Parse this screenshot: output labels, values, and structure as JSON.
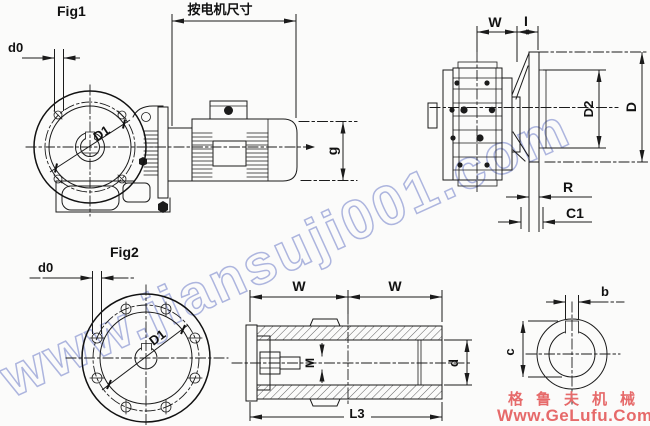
{
  "watermark": {
    "text": "www.jiansuji001.com",
    "color": "#9aa4d8"
  },
  "branding": {
    "name_cn": "格鲁夫机械",
    "url": "Www.GeLufu.Com",
    "color": "#e66a6a"
  },
  "fig1": {
    "title": "Fig1",
    "dim_motor_size": "按电机尺寸",
    "d0": "d0",
    "D1": "D1",
    "g": "g"
  },
  "side_view": {
    "W": "W",
    "I": "I",
    "D2": "D2",
    "D": "D",
    "R": "R",
    "C1": "C1"
  },
  "fig2": {
    "title": "Fig2",
    "d0": "d0",
    "D1": "D1"
  },
  "shaft_section": {
    "W_left": "W",
    "W_right": "W",
    "M": "M",
    "d": "d",
    "L3": "L3"
  },
  "ring_section": {
    "b": "b",
    "c": "c"
  }
}
